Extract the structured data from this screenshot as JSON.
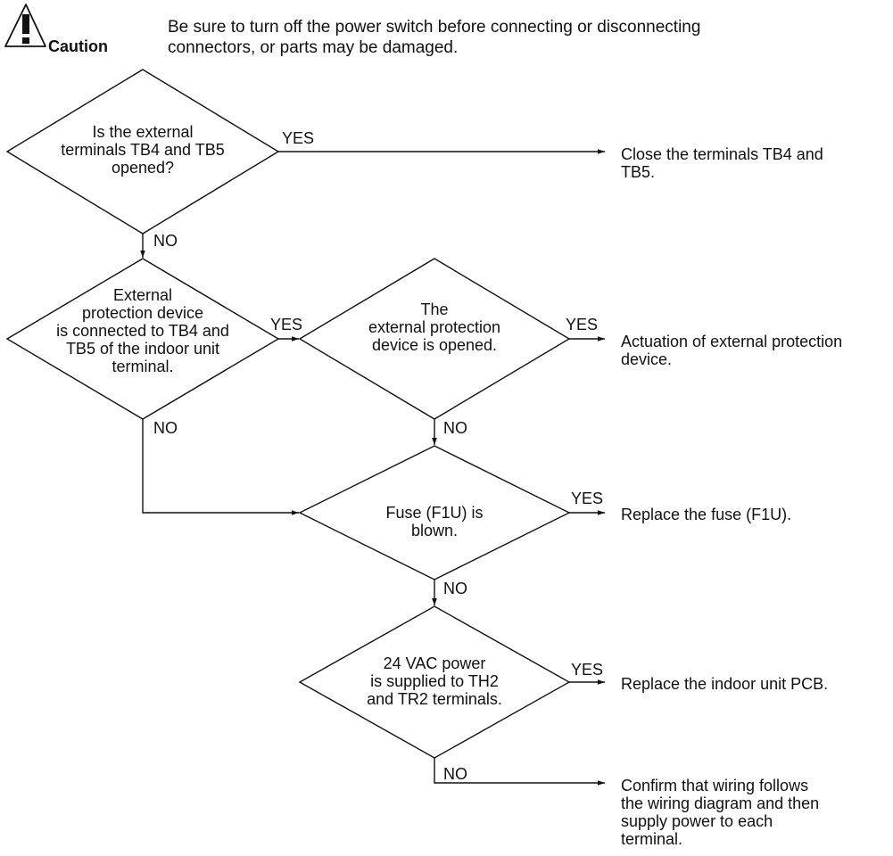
{
  "caution": {
    "icon": "warning-triangle-icon",
    "label": "Caution",
    "text_line1": "Be sure to turn off the power switch before connecting or disconnecting",
    "text_line2": "connectors, or parts may be damaged."
  },
  "decisions": {
    "d1": [
      "Is the external",
      "terminals TB4 and TB5",
      "opened?"
    ],
    "d2": [
      "External",
      "protection device",
      "is connected to TB4 and",
      "TB5 of the indoor unit",
      "terminal."
    ],
    "d3": [
      "The",
      "external protection",
      "device is opened."
    ],
    "d4": [
      "Fuse (F1U) is",
      "blown."
    ],
    "d5": [
      "24 VAC power",
      "is supplied to TH2",
      "and TR2 terminals."
    ]
  },
  "branches": {
    "yes": "YES",
    "no": "NO"
  },
  "outcomes": {
    "o1": [
      "Close the terminals TB4 and",
      "TB5."
    ],
    "o2": [
      "Actuation of external protection",
      "device."
    ],
    "o3": [
      "Replace the fuse (F1U)."
    ],
    "o4": [
      "Replace the indoor unit PCB."
    ],
    "o5": [
      "Confirm that wiring follows",
      "the wiring diagram and then",
      "supply power to each",
      "terminal."
    ]
  }
}
